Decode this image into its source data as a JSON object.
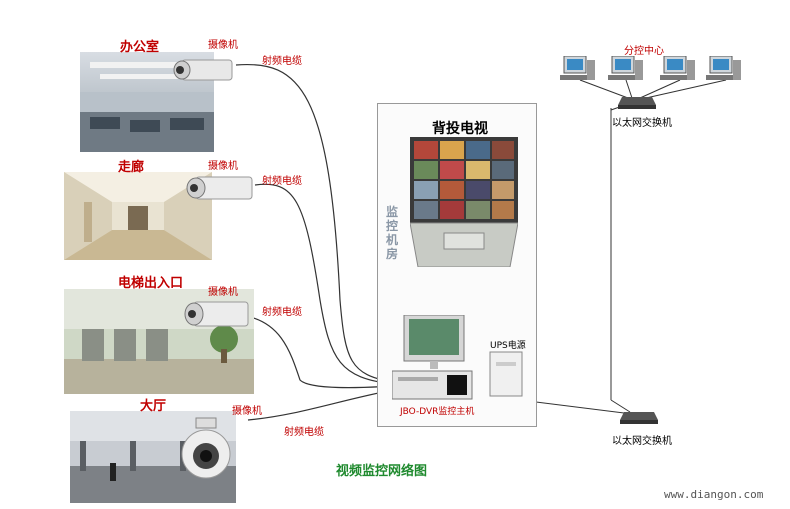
{
  "locations": {
    "office": "办公室",
    "corridor": "走廊",
    "elevator": "电梯出入口",
    "hall": "大厅"
  },
  "labels": {
    "camera": "摄像机",
    "rf_cable": "射频电缆",
    "ptz_camera": "摄像机",
    "tv_wall": "背投电视",
    "monitor_room": "监控机房",
    "ups": "UPS电源",
    "host": "JBO-DVR监控主机",
    "branch_center": "分控中心",
    "switch": "以太网交换机"
  },
  "title": "视频监控网络图",
  "watermark": "www.diangon.com",
  "colors": {
    "cable_line": "#333333",
    "network_line": "#1a9a1a",
    "label_red": "#c00000",
    "title_green": "#1f8a2e"
  }
}
